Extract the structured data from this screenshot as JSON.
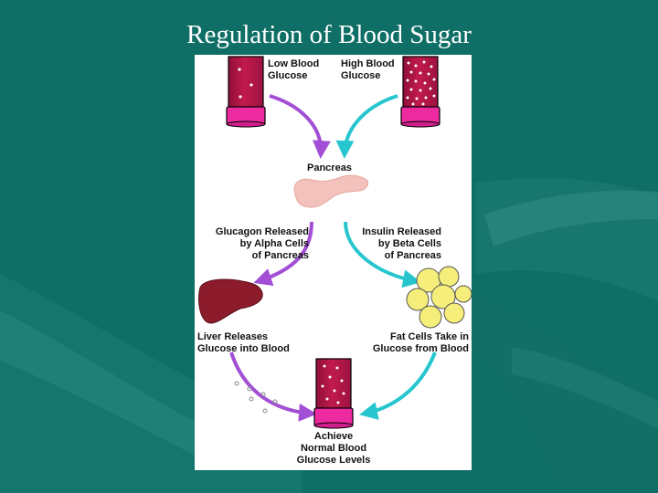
{
  "slide": {
    "title": "Regulation of Blood Sugar"
  },
  "colors": {
    "background": "#0f6f66",
    "tube_fill": "#c21a4e",
    "tube_base": "#ee2aa1",
    "purple_arrow": "#a24fd6",
    "teal_arrow": "#27c6cf",
    "liver": "#8c1b2b",
    "fat_cell": "#f5ee7a",
    "pancreas": "#f3c2bd"
  },
  "diagram": {
    "low_glucose": {
      "line1": "Low Blood",
      "line2": "Glucose"
    },
    "high_glucose": {
      "line1": "High Blood",
      "line2": "Glucose"
    },
    "pancreas": {
      "label": "Pancreas"
    },
    "glucagon": {
      "line1": "Glucagon Released",
      "line2": "by Alpha Cells",
      "line3": "of Pancreas"
    },
    "insulin": {
      "line1": "Insulin Released",
      "line2": "by Beta Cells",
      "line3": "of Pancreas"
    },
    "liver": {
      "line1": "Liver Releases",
      "line2": "Glucose into Blood"
    },
    "fat": {
      "line1": "Fat Cells Take in",
      "line2": "Glucose from Blood"
    },
    "normal": {
      "line1": "Achieve",
      "line2": "Normal Blood",
      "line3": "Glucose Levels"
    }
  }
}
